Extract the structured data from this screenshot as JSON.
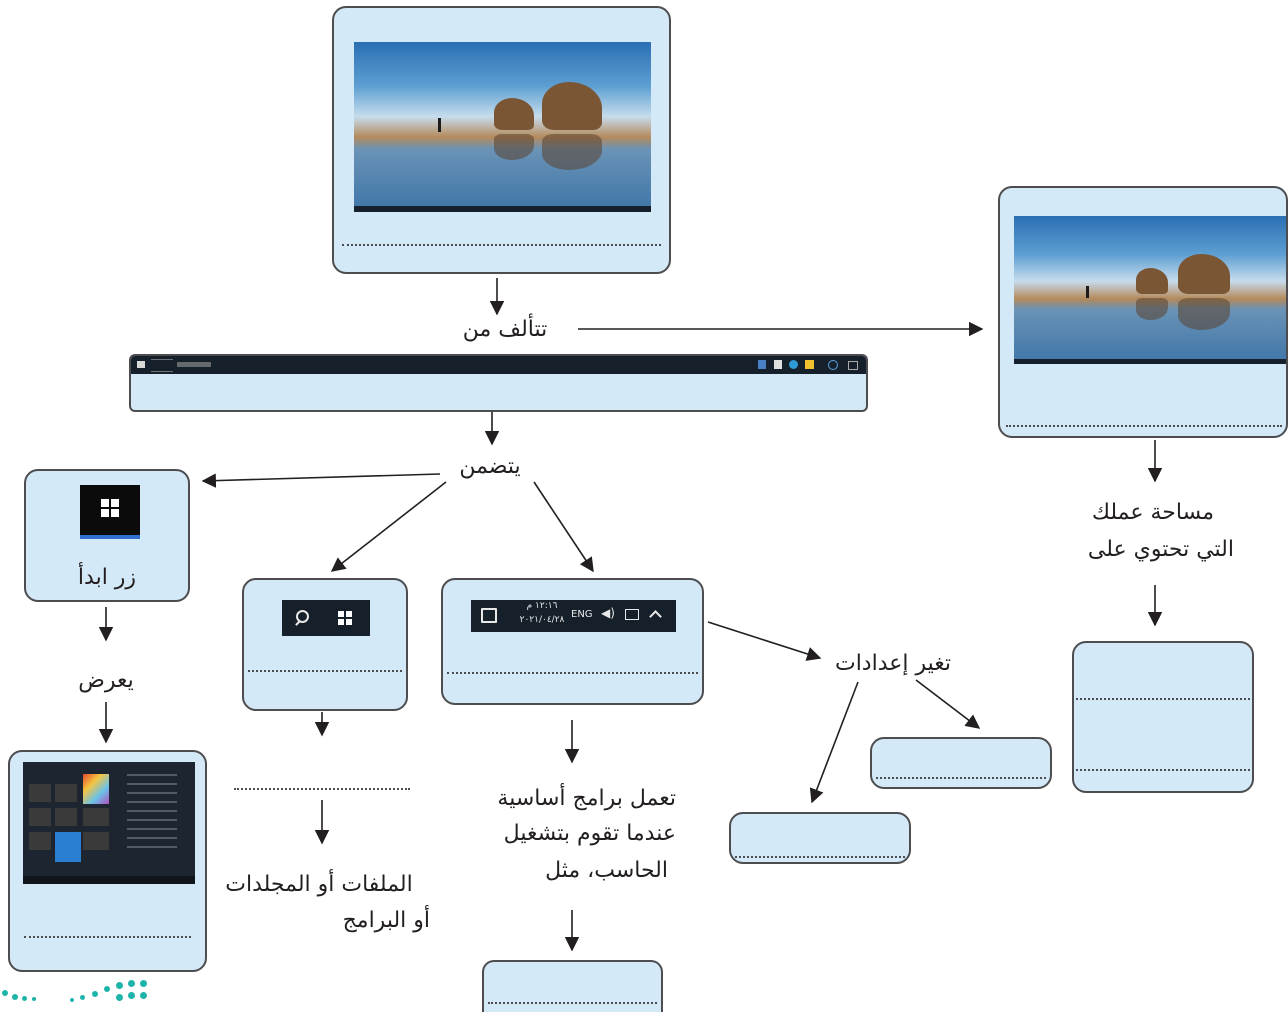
{
  "labels": {
    "consists_of": "تتألف من",
    "includes": "يتضمن",
    "start_button": "زر ابدأ",
    "displays": "يعرض",
    "change_settings": "تغير إعدادات",
    "workspace_line1": "مساحة عملك",
    "workspace_line2": "التي تحتوي على",
    "files_line1": "الملفات أو المجلدات",
    "files_line2": "أو البرامج",
    "programs_line1": "تعمل برامج أساسية",
    "programs_line2": "عندما تقوم بتشغيل",
    "programs_line3": "الحاسب، مثل"
  },
  "tray": {
    "time": "١٢:١٦ م",
    "date": "٢٠٢١/٠٤/٢٨",
    "lang": "ENG"
  },
  "colors": {
    "box_fill": "#d4e9f8",
    "box_border": "#4d4d4f",
    "arrow": "#231f20",
    "taskbar": "#16202a"
  }
}
